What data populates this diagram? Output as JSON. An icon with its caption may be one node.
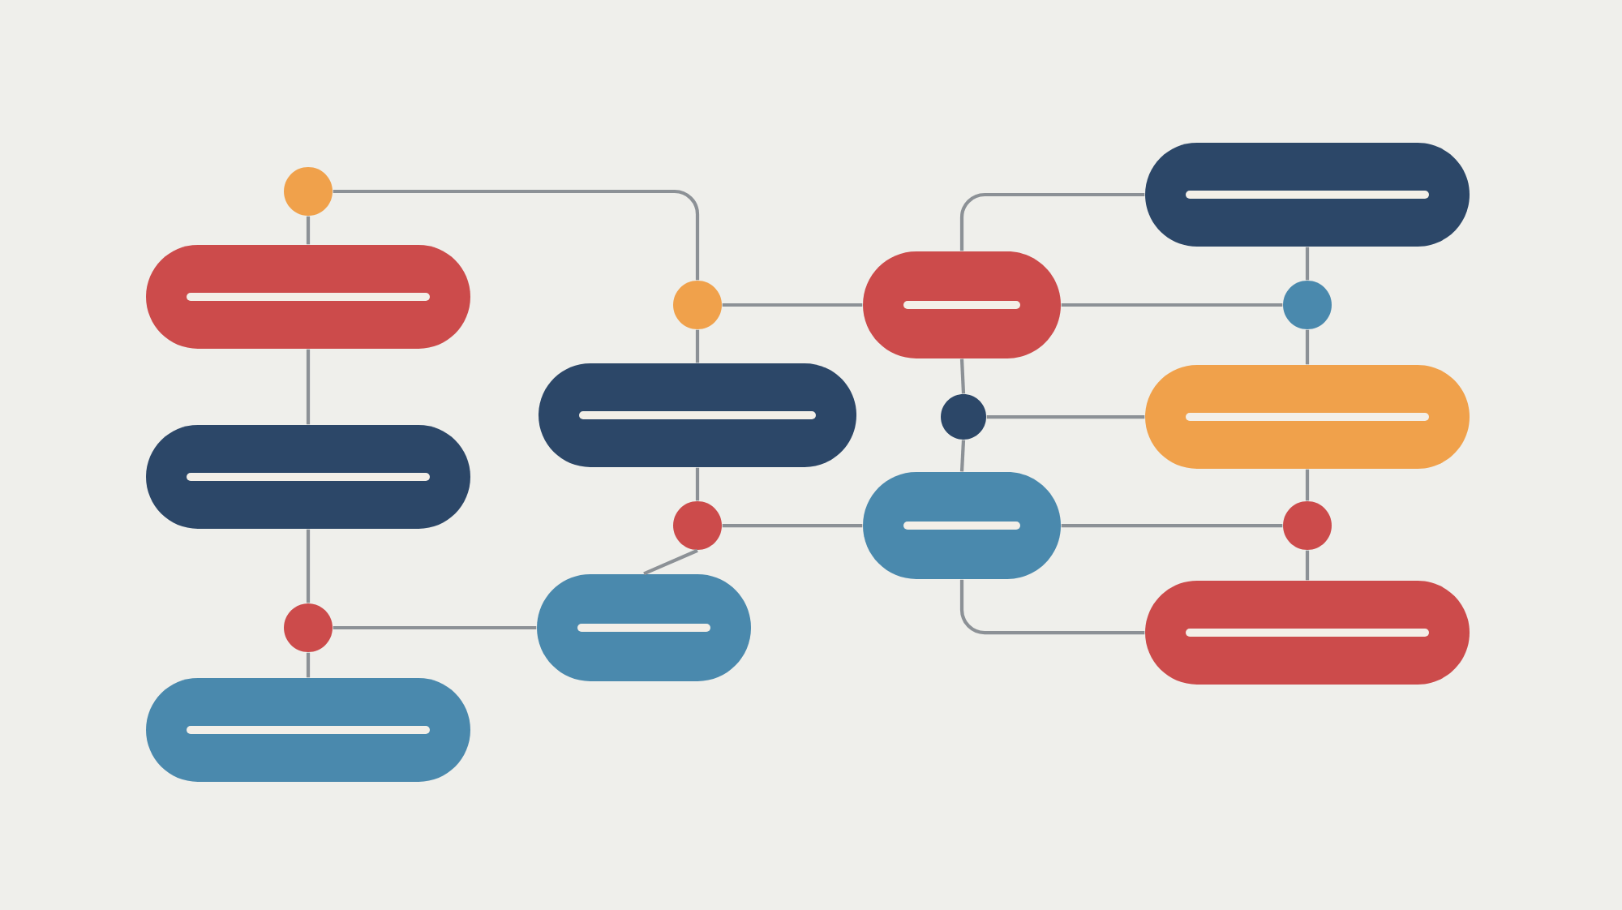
{
  "diagram": {
    "nodes": [
      {
        "text": [],
        "shape": "circle"
      },
      {
        "text": [],
        "shape": "pill"
      },
      {
        "text": [],
        "shape": "pill"
      },
      {
        "text": [],
        "shape": "circle"
      },
      {
        "text": [],
        "shape": "pill"
      },
      {
        "text": [],
        "shape": "circle"
      },
      {
        "text": [],
        "shape": "pill"
      },
      {
        "text": [],
        "shape": "circle"
      },
      {
        "text": [],
        "shape": "pill"
      },
      {
        "text": [],
        "shape": "pill"
      },
      {
        "text": [],
        "shape": "circle"
      },
      {
        "text": [],
        "shape": "pill"
      },
      {
        "text": [],
        "shape": "pill"
      },
      {
        "text": [],
        "shape": "circle"
      },
      {
        "text": [],
        "shape": "pill"
      },
      {
        "text": [],
        "shape": "circle"
      },
      {
        "text": [],
        "shape": "pill"
      }
    ],
    "edges": [
      {
        "from": 0,
        "to": 1,
        "arrow": "none"
      },
      {
        "from": 0,
        "to": 5,
        "arrow": "none"
      },
      {
        "from": 1,
        "to": 2,
        "arrow": "none"
      },
      {
        "from": 2,
        "to": 3,
        "arrow": "none"
      },
      {
        "from": 3,
        "to": 4,
        "arrow": "none"
      },
      {
        "from": 3,
        "to": 8,
        "arrow": "none"
      },
      {
        "from": 5,
        "to": 6,
        "arrow": "none"
      },
      {
        "from": 5,
        "to": 9,
        "arrow": "none"
      },
      {
        "from": 6,
        "to": 7,
        "arrow": "none"
      },
      {
        "from": 7,
        "to": 8,
        "arrow": "none"
      },
      {
        "from": 7,
        "to": 11,
        "arrow": "none"
      },
      {
        "from": 9,
        "to": 12,
        "arrow": "none"
      },
      {
        "from": 9,
        "to": 13,
        "arrow": "none"
      },
      {
        "from": 9,
        "to": 10,
        "arrow": "none"
      },
      {
        "from": 10,
        "to": 11,
        "arrow": "none"
      },
      {
        "from": 10,
        "to": 14,
        "arrow": "none"
      },
      {
        "from": 12,
        "to": 13,
        "arrow": "none"
      },
      {
        "from": 13,
        "to": 14,
        "arrow": "none"
      },
      {
        "from": 11,
        "to": 15,
        "arrow": "none"
      },
      {
        "from": 14,
        "to": 15,
        "arrow": "none"
      },
      {
        "from": 15,
        "to": 16,
        "arrow": "none"
      },
      {
        "from": 11,
        "to": 16,
        "arrow": "none"
      }
    ]
  }
}
